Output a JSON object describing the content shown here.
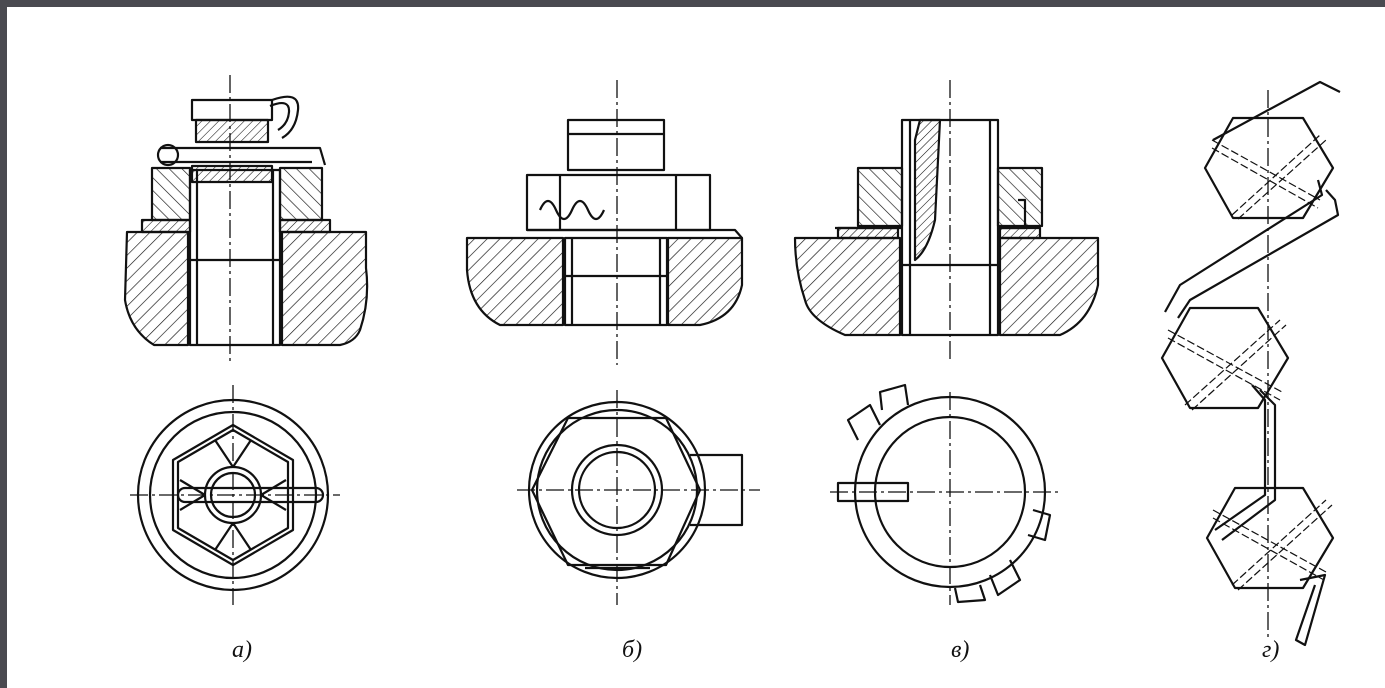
{
  "colors": {
    "frame": "#4a4a50",
    "sheet": "#ffffff",
    "ink": "#111111"
  },
  "figures": [
    {
      "id": "a",
      "label": "а)"
    },
    {
      "id": "b",
      "label": "б)"
    },
    {
      "id": "v",
      "label": "в)"
    },
    {
      "id": "g",
      "label": "г)"
    }
  ]
}
